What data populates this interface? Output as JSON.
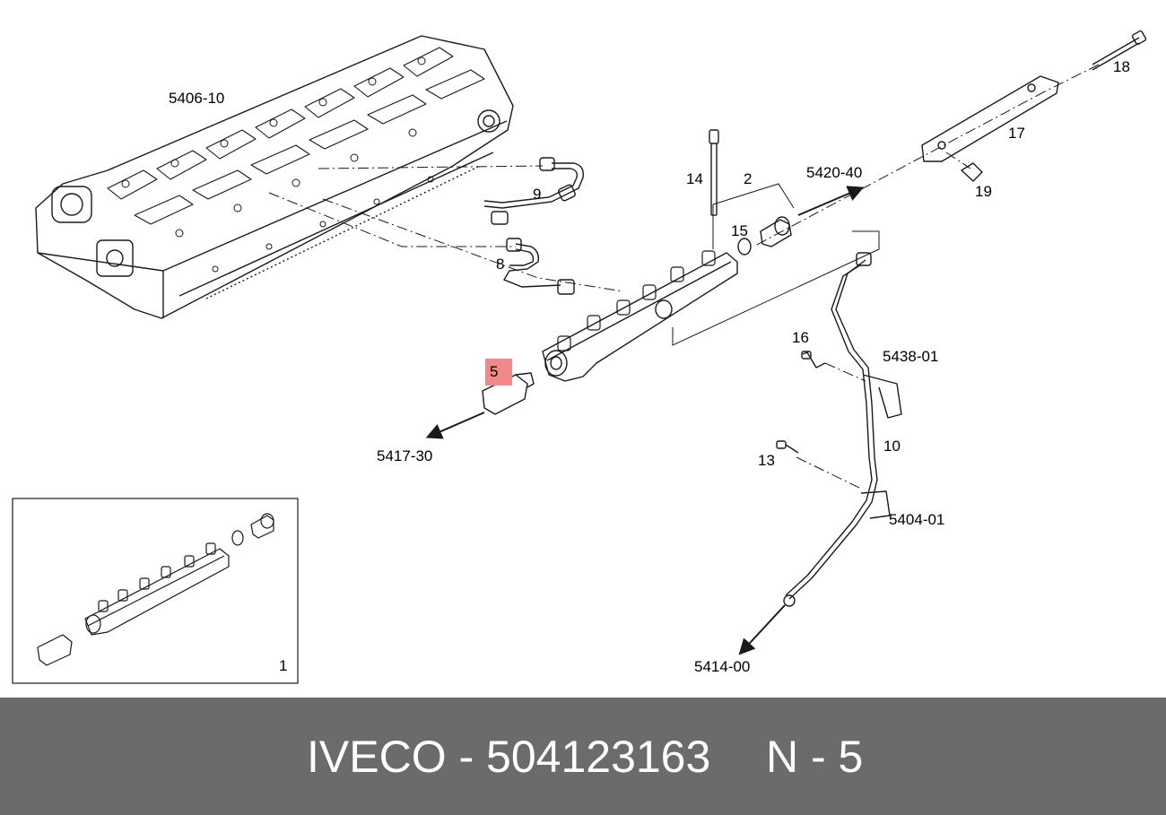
{
  "callouts": {
    "c5406_10": "5406-10",
    "c9": "9",
    "c8": "8",
    "c14": "14",
    "c2": "2",
    "c15": "15",
    "c5420_40": "5420-40",
    "c18": "18",
    "c17": "17",
    "c19": "19",
    "c16": "16",
    "c5438_01": "5438-01",
    "c5": "5",
    "c5417_30": "5417-30",
    "c10": "10",
    "c13": "13",
    "c5404_01": "5404-01",
    "c5414_00": "5414-00",
    "c1": "1"
  },
  "footer": {
    "left_text": "IVECO - 504123163",
    "right_text": "N - 5"
  },
  "colors": {
    "highlight": "#f08a8a",
    "footer_bg": "#6b6b6b",
    "footer_text": "#ffffff",
    "line": "#1a1a1a"
  }
}
